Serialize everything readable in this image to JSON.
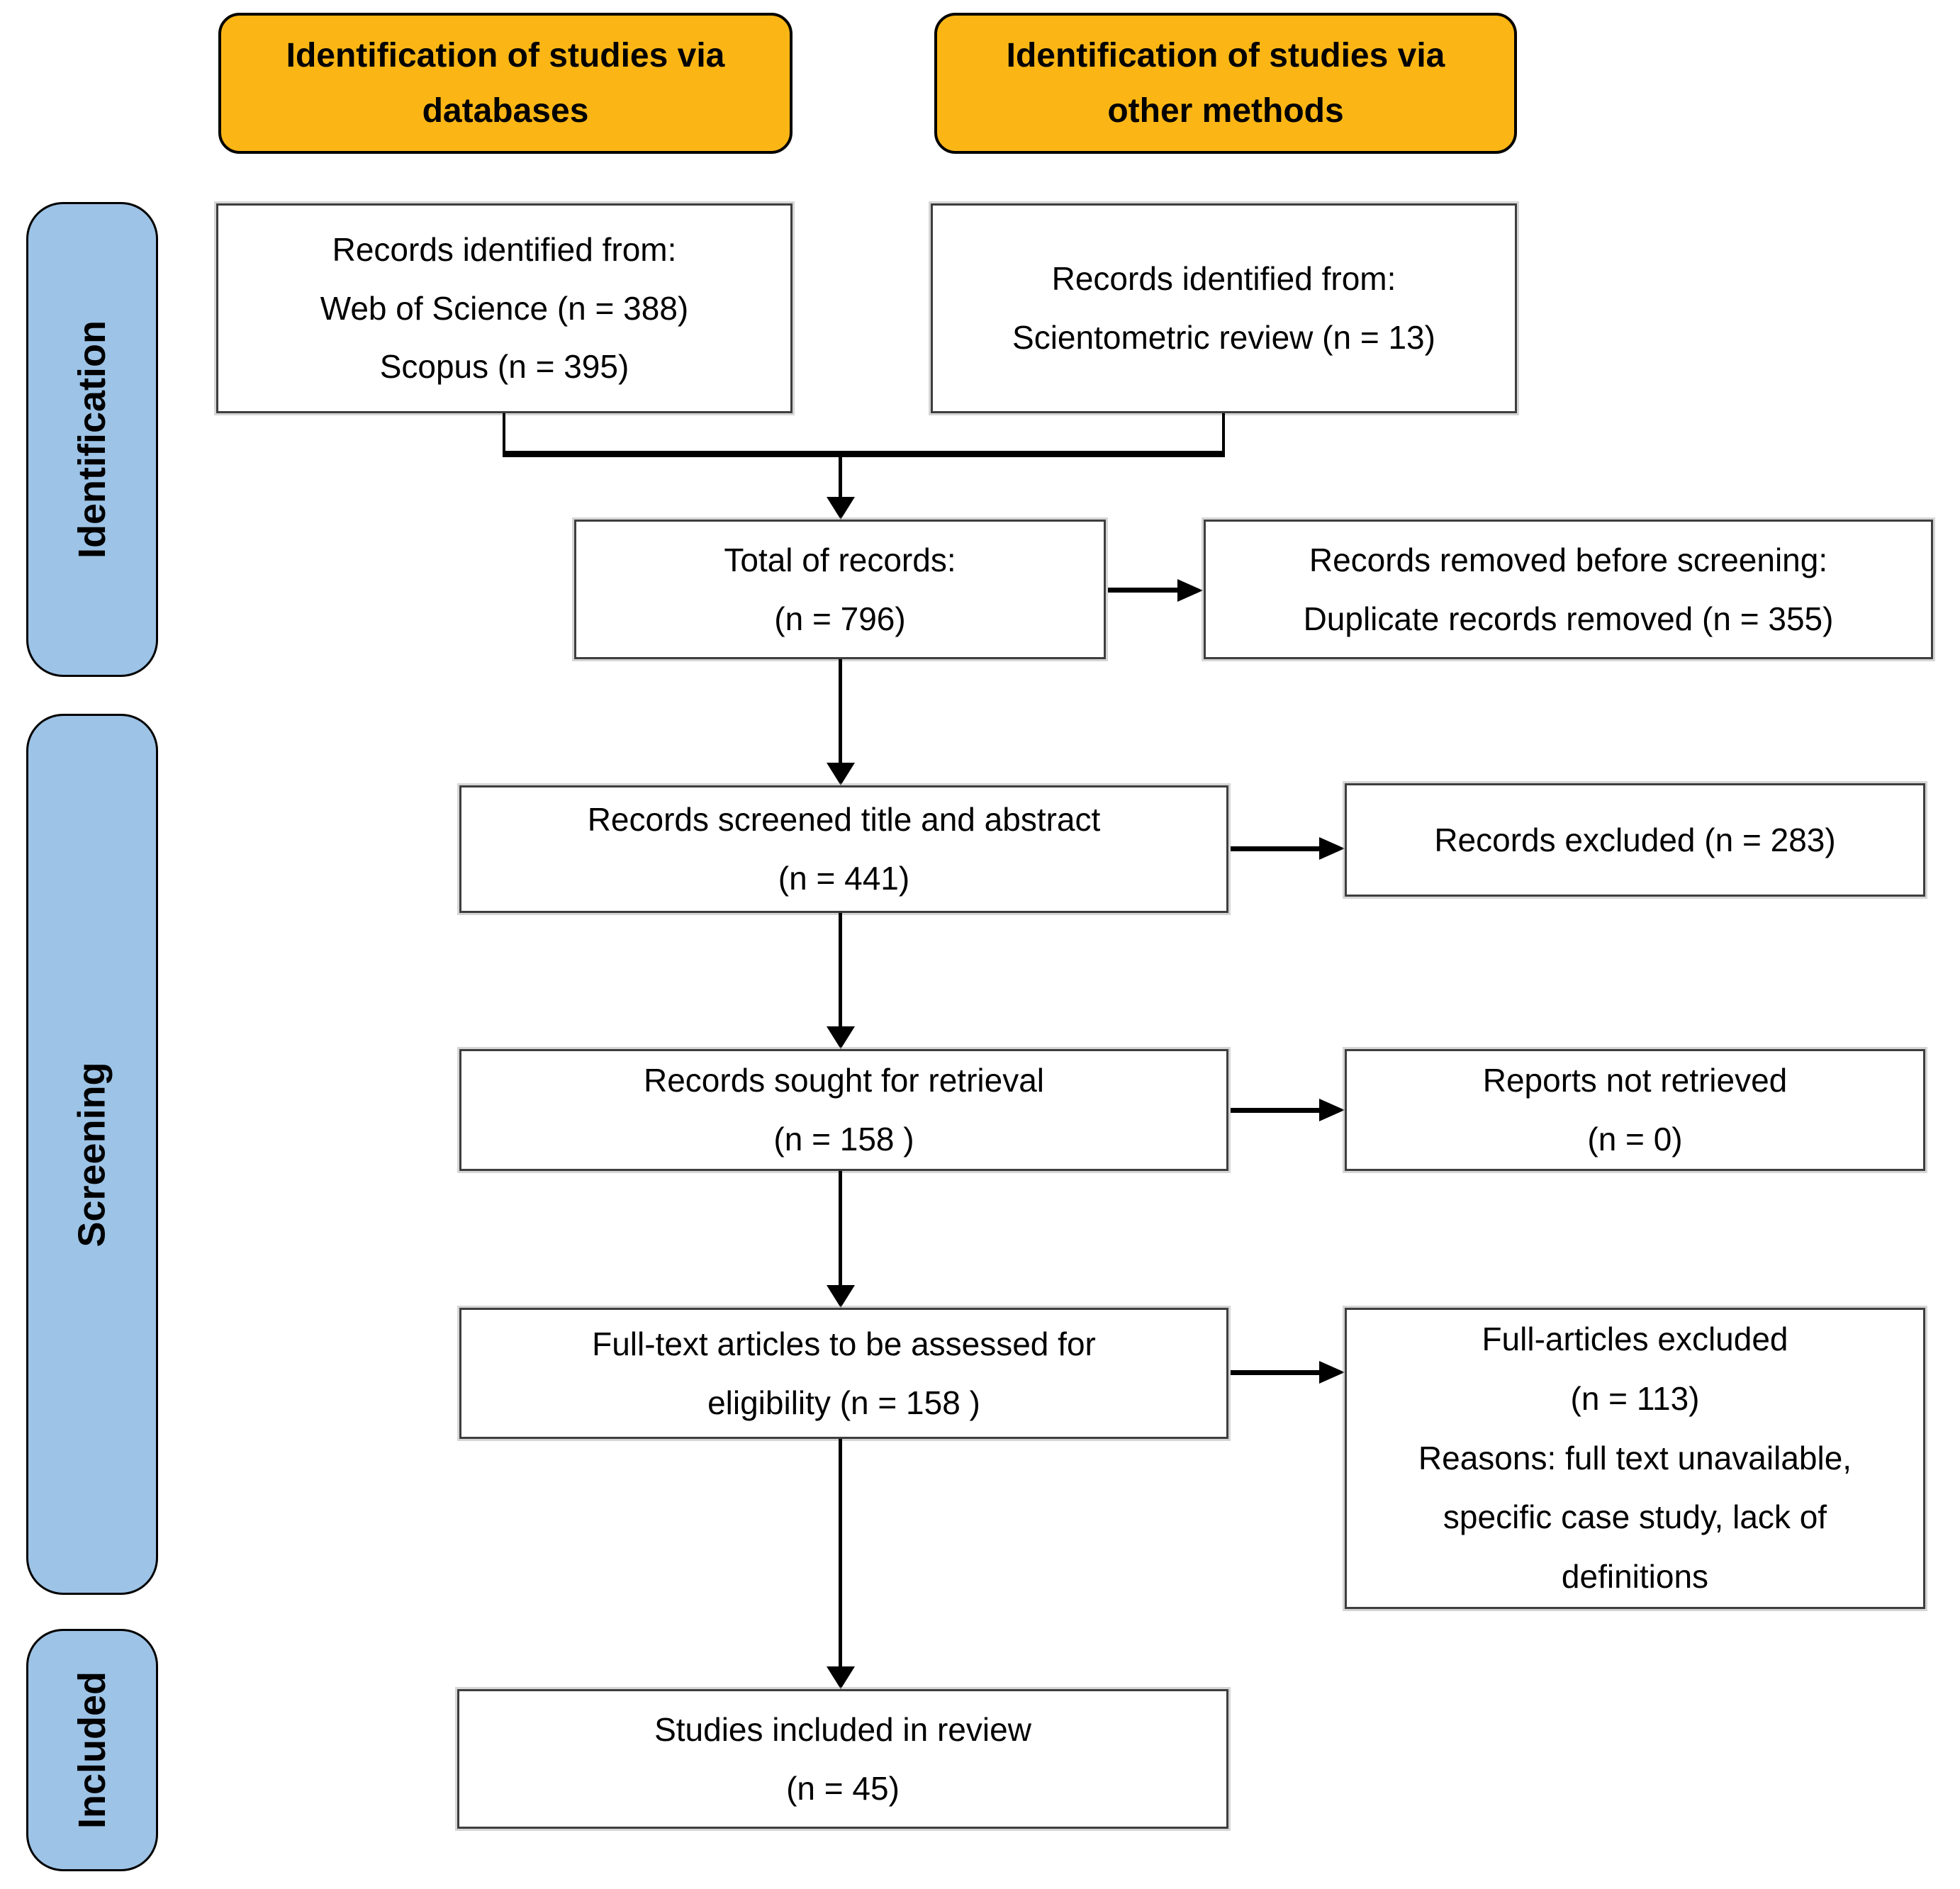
{
  "diagram": {
    "kind": "PRISMA flow diagram"
  },
  "colors": {
    "header_bg": "#FBB615",
    "stage_bg": "#9DC3E6",
    "box_bg": "#FFFFFF",
    "box_border": "#3E3E3E",
    "outline": "#000000",
    "arrow": "#000000",
    "text": "#000000"
  },
  "stages": [
    "Identification",
    "Screening",
    "Included"
  ],
  "headers": [
    {
      "lines": [
        "Identification of studies via",
        "databases"
      ]
    },
    {
      "lines": [
        "Identification of studies via",
        "other methods"
      ]
    }
  ],
  "nodes": {
    "records_db": {
      "lines": [
        "Records identified from:",
        "Web of Science (n = 388)",
        "Scopus (n = 395)"
      ]
    },
    "records_other": {
      "lines": [
        "Records identified from:",
        "Scientometric review (n = 13)"
      ]
    },
    "total": {
      "lines": [
        "Total of records:",
        "(n = 796)"
      ]
    },
    "removed": {
      "lines": [
        "Records removed before screening:",
        "Duplicate records removed  (n = 355)"
      ]
    },
    "screened": {
      "lines": [
        "Records screened title and abstract",
        "(n = 441)"
      ]
    },
    "excluded": {
      "lines": [
        "Records excluded (n = 283)"
      ]
    },
    "sought": {
      "lines": [
        "Records sought for retrieval",
        "(n = 158 )"
      ]
    },
    "not_retrieved": {
      "lines": [
        "Reports not retrieved",
        "(n = 0)"
      ]
    },
    "fulltext": {
      "lines": [
        "Full-text articles to be assessed for",
        "eligibility (n = 158 )"
      ]
    },
    "fulltext_excluded": {
      "lines": [
        "Full-articles excluded",
        "(n = 113)",
        "Reasons: full text unavailable,",
        "specific case study, lack of",
        "definitions"
      ]
    },
    "included": {
      "lines": [
        "Studies included in review",
        "(n = 45)"
      ]
    }
  }
}
